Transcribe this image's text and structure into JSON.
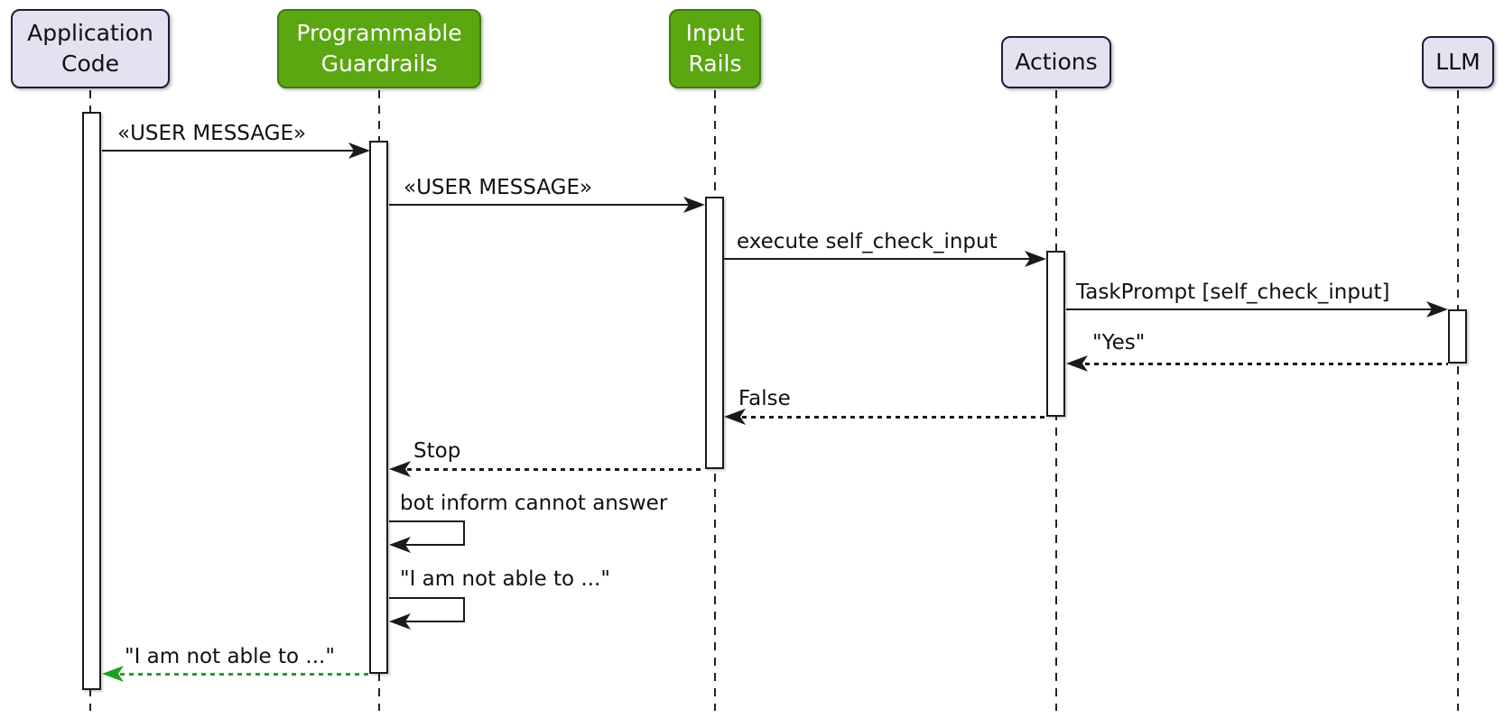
{
  "diagram_type": "uml-sequence-diagram",
  "participants": [
    {
      "name": "Application Code",
      "display": "Application\nCode",
      "kind": "default"
    },
    {
      "name": "Programmable Guardrails",
      "display": "Programmable\nGuardrails",
      "kind": "highlight"
    },
    {
      "name": "Input Rails",
      "display": "Input\nRails",
      "kind": "highlight"
    },
    {
      "name": "Actions",
      "display": "Actions",
      "kind": "default"
    },
    {
      "name": "LLM",
      "display": "LLM",
      "kind": "default"
    }
  ],
  "messages": [
    {
      "label": "«USER MESSAGE»",
      "from": "Application Code",
      "to": "Programmable Guardrails",
      "line": "solid",
      "direction": "right"
    },
    {
      "label": "«USER MESSAGE»",
      "from": "Programmable Guardrails",
      "to": "Input Rails",
      "line": "solid",
      "direction": "right"
    },
    {
      "label": "execute self_check_input",
      "from": "Input Rails",
      "to": "Actions",
      "line": "solid",
      "direction": "right"
    },
    {
      "label": "TaskPrompt [self_check_input]",
      "from": "Actions",
      "to": "LLM",
      "line": "solid",
      "direction": "right"
    },
    {
      "label": "\"Yes\"",
      "from": "LLM",
      "to": "Actions",
      "line": "dotted",
      "direction": "left"
    },
    {
      "label": "False",
      "from": "Actions",
      "to": "Input Rails",
      "line": "dotted",
      "direction": "left"
    },
    {
      "label": "Stop",
      "from": "Input Rails",
      "to": "Programmable Guardrails",
      "line": "dotted",
      "direction": "left"
    },
    {
      "label": "bot inform cannot answer",
      "from": "Programmable Guardrails",
      "to": "Programmable Guardrails",
      "line": "solid",
      "direction": "self"
    },
    {
      "label": "\"I am not able to ...\"",
      "from": "Programmable Guardrails",
      "to": "Programmable Guardrails",
      "line": "solid",
      "direction": "self"
    },
    {
      "label": "\"I am not able to ...\"",
      "from": "Programmable Guardrails",
      "to": "Application Code",
      "line": "dotted",
      "direction": "left",
      "color": "#20a020"
    }
  ],
  "colors": {
    "background": "#ffffff",
    "participant_default_fill": "#e2e2f0",
    "participant_default_border": "#1d1d3a",
    "participant_default_text": "#111111",
    "participant_highlight_fill": "#5aa711",
    "participant_highlight_border": "#3c7d08",
    "participant_highlight_text": "#ffffff",
    "message_line": "#1a1a1a",
    "final_return_arrow": "#20a020"
  }
}
